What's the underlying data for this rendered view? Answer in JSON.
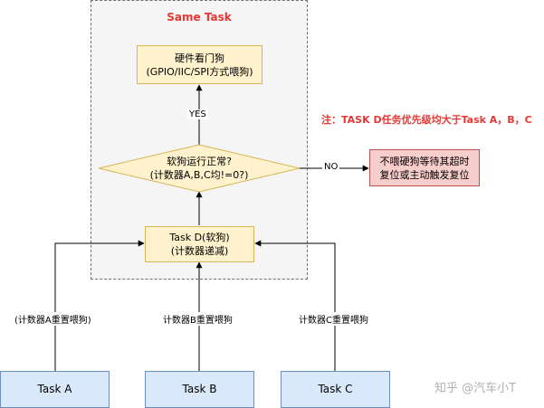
{
  "group": {
    "title": "Same Task"
  },
  "nodes": {
    "watchdog": {
      "line1": "硬件看门狗",
      "line2": "(GPIO/IIC/SPI方式喂狗)"
    },
    "decision": {
      "line1": "软狗运行正常?",
      "line2": "(计数器A,B,C均!=0?)"
    },
    "taskd": {
      "line1": "Task D(软狗)",
      "line2": "(计数器递减)"
    },
    "reset": {
      "line1": "不喂硬狗等待其超时",
      "line2": "复位或主动触发复位"
    },
    "taska": {
      "label": "Task A"
    },
    "taskb": {
      "label": "Task B"
    },
    "taskc": {
      "label": "Task C"
    }
  },
  "edges": {
    "yes": "YES",
    "no": "NO",
    "feed_a": "(计数器A重置喂狗)",
    "feed_b": "计数器B重置喂狗",
    "feed_c": "计数器C重置喂狗"
  },
  "note": "注：TASK D任务优先级均大于Task A，B，C",
  "watermark": "知乎 @汽车小T"
}
